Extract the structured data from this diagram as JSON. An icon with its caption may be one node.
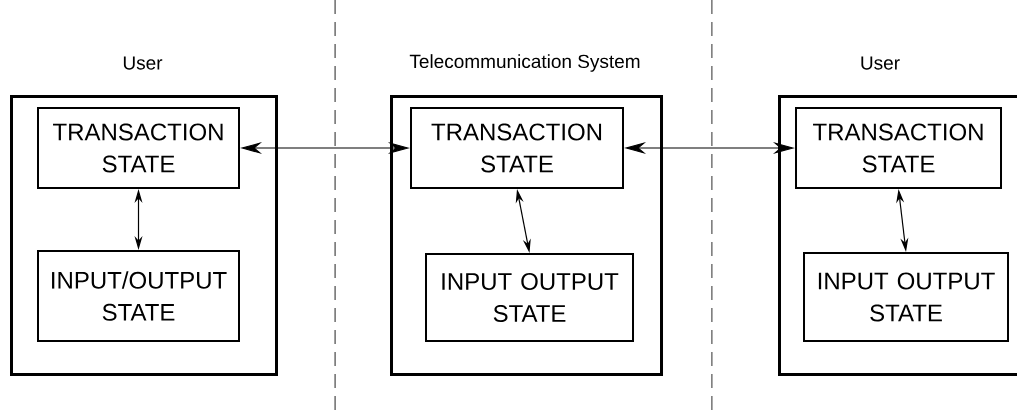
{
  "diagram": {
    "nodes": [
      {
        "text": [
          "User"
        ]
      },
      {
        "text": [
          "TRANSACTION STATE"
        ],
        "in": 0
      },
      {
        "text": [
          "INPUT/OUTPUT STATE"
        ],
        "in": 0
      },
      {
        "text": [
          "Telecommunication System"
        ]
      },
      {
        "text": [
          "TRANSACTION STATE"
        ],
        "in": 3
      },
      {
        "text": [
          "INPUT OUTPUT STATE"
        ],
        "in": 3
      },
      {
        "text": [
          "User"
        ]
      },
      {
        "text": [
          "TRANSACTION STATE"
        ],
        "in": 6
      },
      {
        "text": [
          "INPUT OUTPUT STATE"
        ],
        "in": 6
      }
    ],
    "edges": [
      {
        "from": 1,
        "to": 2,
        "arrow": "both"
      },
      {
        "from": 1,
        "to": 4,
        "arrow": "both"
      },
      {
        "from": 4,
        "to": 5,
        "arrow": "both"
      },
      {
        "from": 4,
        "to": 7,
        "arrow": "both"
      },
      {
        "from": 7,
        "to": 8,
        "arrow": "both"
      }
    ]
  }
}
